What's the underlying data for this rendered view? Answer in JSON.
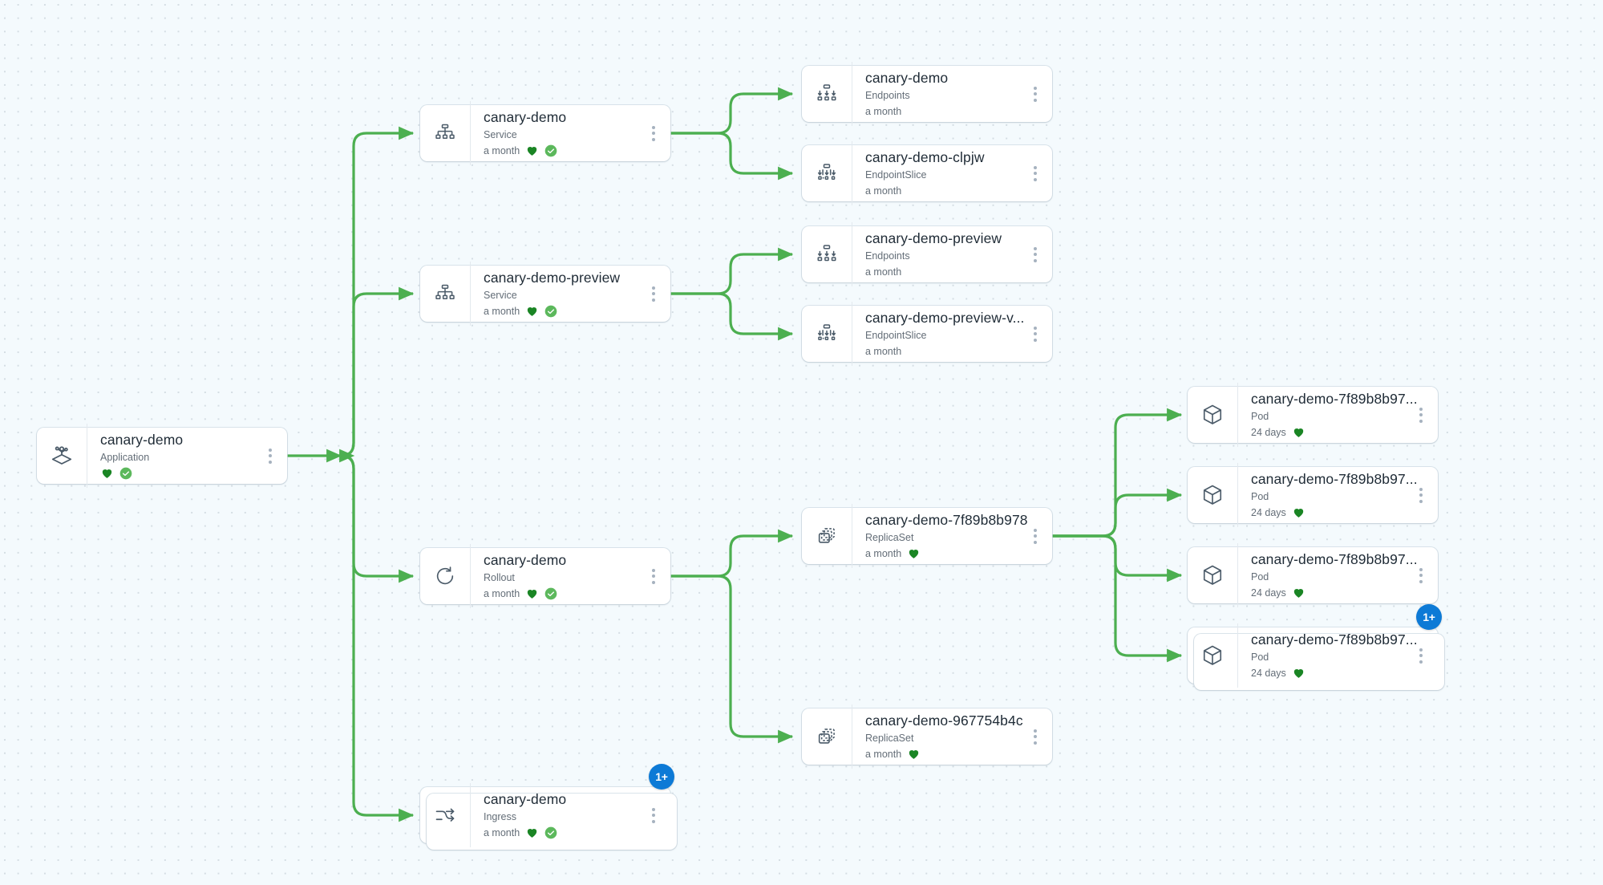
{
  "canvas": {
    "background_color": "#f4fafd",
    "dot_color": "#d4dde3",
    "edge_color": "#4caf50"
  },
  "legend": {
    "healthy_heart_color": "#1a8524",
    "synced_check_color": "#5cb85c",
    "badge_color": "#0d7ad6"
  },
  "nodes": [
    {
      "id": "application",
      "title": "canary-demo",
      "kind": "Application",
      "age": "",
      "icon": "application-icon",
      "health": true,
      "sync": true,
      "badge": null
    },
    {
      "id": "service-canary-demo",
      "title": "canary-demo",
      "kind": "Service",
      "age": "a month",
      "icon": "service-icon",
      "health": true,
      "sync": true,
      "badge": null
    },
    {
      "id": "service-canary-demo-preview",
      "title": "canary-demo-preview",
      "kind": "Service",
      "age": "a month",
      "icon": "service-icon",
      "health": true,
      "sync": true,
      "badge": null
    },
    {
      "id": "rollout-canary-demo",
      "title": "canary-demo",
      "kind": "Rollout",
      "age": "a month",
      "icon": "rollout-icon",
      "health": true,
      "sync": true,
      "badge": null
    },
    {
      "id": "ingress-canary-demo",
      "title": "canary-demo",
      "kind": "Ingress",
      "age": "a month",
      "icon": "ingress-icon",
      "health": true,
      "sync": true,
      "badge": "1+"
    },
    {
      "id": "endpoints-canary-demo",
      "title": "canary-demo",
      "kind": "Endpoints",
      "age": "a month",
      "icon": "endpoints-icon",
      "health": false,
      "sync": false,
      "badge": null
    },
    {
      "id": "endpointslice-canary-demo-clpjw",
      "title": "canary-demo-clpjw",
      "kind": "EndpointSlice",
      "age": "a month",
      "icon": "endpointslice-icon",
      "health": false,
      "sync": false,
      "badge": null
    },
    {
      "id": "endpoints-canary-demo-preview",
      "title": "canary-demo-preview",
      "kind": "Endpoints",
      "age": "a month",
      "icon": "endpoints-icon",
      "health": false,
      "sync": false,
      "badge": null
    },
    {
      "id": "endpointslice-canary-demo-preview-v",
      "title": "canary-demo-preview-v...",
      "kind": "EndpointSlice",
      "age": "a month",
      "icon": "endpointslice-icon",
      "health": false,
      "sync": false,
      "badge": null
    },
    {
      "id": "replicaset-7f89b8b978",
      "title": "canary-demo-7f89b8b978",
      "kind": "ReplicaSet",
      "age": "a month",
      "icon": "replicaset-icon",
      "health": true,
      "sync": false,
      "badge": null
    },
    {
      "id": "replicaset-967754b4c",
      "title": "canary-demo-967754b4c",
      "kind": "ReplicaSet",
      "age": "a month",
      "icon": "replicaset-icon",
      "health": true,
      "sync": false,
      "badge": null
    },
    {
      "id": "pod-1",
      "title": "canary-demo-7f89b8b97...",
      "kind": "Pod",
      "age": "24 days",
      "icon": "pod-icon",
      "health": true,
      "sync": false,
      "badge": null
    },
    {
      "id": "pod-2",
      "title": "canary-demo-7f89b8b97...",
      "kind": "Pod",
      "age": "24 days",
      "icon": "pod-icon",
      "health": true,
      "sync": false,
      "badge": null
    },
    {
      "id": "pod-3",
      "title": "canary-demo-7f89b8b97...",
      "kind": "Pod",
      "age": "24 days",
      "icon": "pod-icon",
      "health": true,
      "sync": false,
      "badge": null
    },
    {
      "id": "pod-4",
      "title": "canary-demo-7f89b8b97...",
      "kind": "Pod",
      "age": "24 days",
      "icon": "pod-icon",
      "health": true,
      "sync": false,
      "badge": "1+"
    }
  ]
}
